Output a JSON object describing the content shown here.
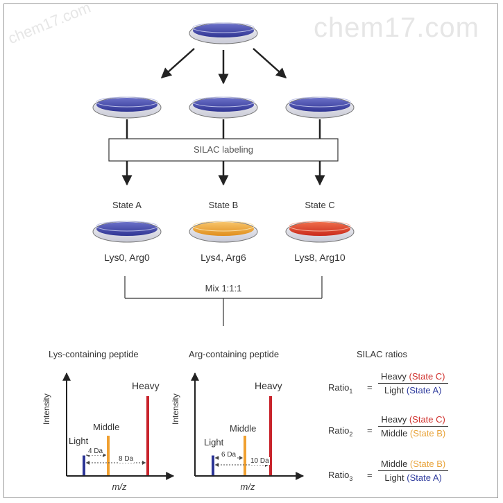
{
  "watermark": {
    "left": "chem17.com",
    "right": "chem17.com"
  },
  "labeling_box": "SILAC labeling",
  "states": [
    {
      "name": "State A",
      "label": "Lys0, Arg0",
      "color": "#3a3fa8"
    },
    {
      "name": "State B",
      "label": "Lys4, Arg6",
      "color": "#f1a43c"
    },
    {
      "name": "State C",
      "label": "Lys8, Arg10",
      "color": "#e2412d"
    }
  ],
  "mix_label": "Mix 1:1:1",
  "plots": [
    {
      "title": "Lys-containing peptide",
      "ylabel": "Intensity",
      "xlabel": "m/z",
      "peaks": [
        {
          "name": "Light",
          "intensity": 0.25,
          "color": "#2c3596"
        },
        {
          "name": "Middle",
          "intensity": 0.5,
          "color": "#f0a030"
        },
        {
          "name": "Heavy",
          "intensity": 1.0,
          "color": "#c8232b"
        }
      ],
      "spacings": [
        "4 Da",
        "8 Da"
      ]
    },
    {
      "title": "Arg-containing peptide",
      "ylabel": "Intensity",
      "xlabel": "m/z",
      "peaks": [
        {
          "name": "Light",
          "intensity": 0.25,
          "color": "#2c3596"
        },
        {
          "name": "Middle",
          "intensity": 0.5,
          "color": "#f0a030"
        },
        {
          "name": "Heavy",
          "intensity": 1.0,
          "color": "#c8232b"
        }
      ],
      "spacings": [
        "6 Da",
        "10 Da"
      ]
    }
  ],
  "ratios": {
    "title": "SILAC ratios",
    "items": [
      {
        "label": "Ratio",
        "sub": "1",
        "num_word": "Heavy",
        "num_state": "(State C)",
        "den_word": "Light",
        "den_state": "(State A)"
      },
      {
        "label": "Ratio",
        "sub": "2",
        "num_word": "Heavy",
        "num_state": "(State C)",
        "den_word": "Middle",
        "den_state": "(State B)"
      },
      {
        "label": "Ratio",
        "sub": "3",
        "num_word": "Middle",
        "num_state": "(State B)",
        "den_word": "Light",
        "den_state": "(State A)"
      }
    ]
  },
  "equals": "="
}
